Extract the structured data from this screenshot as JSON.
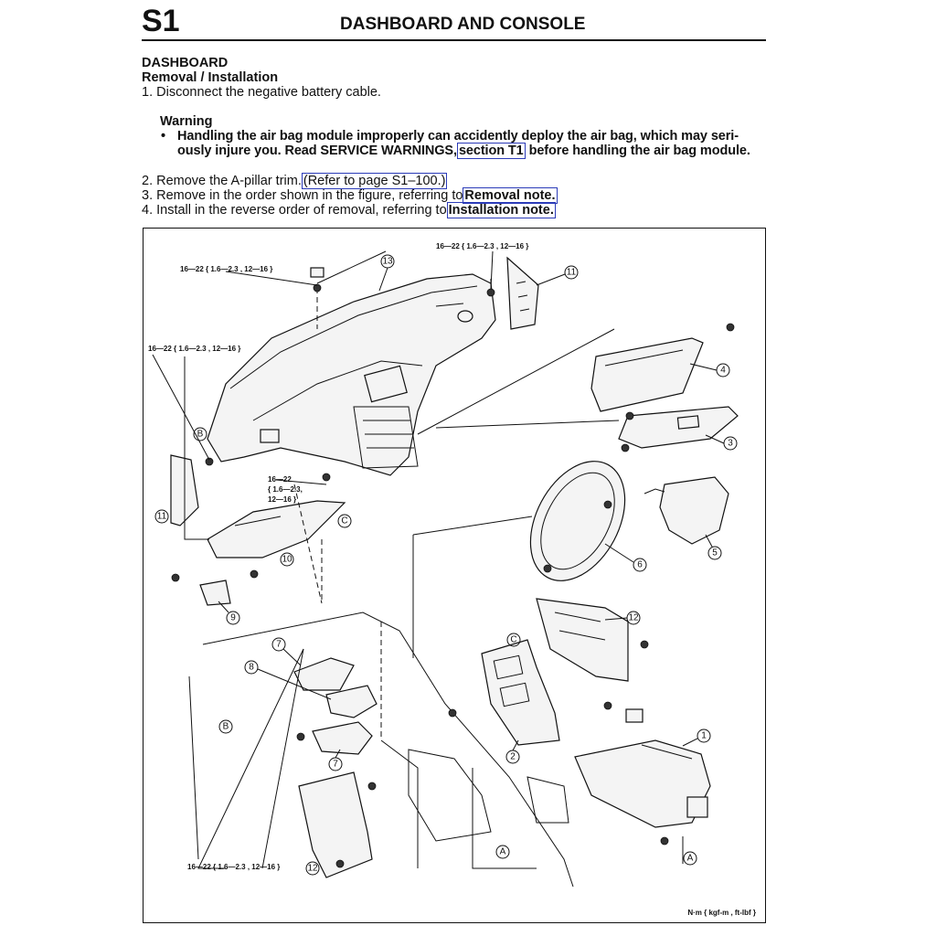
{
  "header": {
    "section": "S1",
    "title": "DASHBOARD AND CONSOLE"
  },
  "content": {
    "heading": "DASHBOARD",
    "subheading": "Removal / Installation",
    "step1": "1. Disconnect the negative battery cable.",
    "warning_label": "Warning",
    "warning_bullet": "•",
    "warning_line1": "Handling the air bag module improperly can accidently deploy the air bag, which may seri-",
    "warning_line2_pre": "ously injure you. Read SERVICE WARNINGS,",
    "warning_link": "section T1",
    "warning_line2_post": " before handling the air bag module.",
    "step2_pre": "2. Remove the A-pillar trim.",
    "step2_link": "(Refer to page S1–100.)",
    "step3_pre": "3. Remove in the order shown in the figure, referring to",
    "step3_link": "Removal note.",
    "step4_pre": "4. Install in the reverse order of removal, referring to",
    "step4_link": "Installation note."
  },
  "figure": {
    "torque_label": "16—22 { 1.6—2.3 , 12—16 }",
    "torque_small_1": "16—22",
    "torque_small_2": "{ 1.6—2.3,",
    "torque_small_3": "12—16 }",
    "units_note": "N·m { kgf-m , ft-lbf }",
    "callouts": {
      "c1": "1",
      "c2": "2",
      "c3": "3",
      "c4": "4",
      "c5": "5",
      "c6": "6",
      "c7a": "7",
      "c7b": "7",
      "c8": "8",
      "c9": "9",
      "c10": "10",
      "c11a": "11",
      "c11b": "11",
      "c12a": "12",
      "c12b": "12",
      "c13": "13",
      "bA1": "A",
      "bA2": "A",
      "bB1": "B",
      "bB2": "B",
      "bC1": "C",
      "bC2": "C"
    }
  }
}
